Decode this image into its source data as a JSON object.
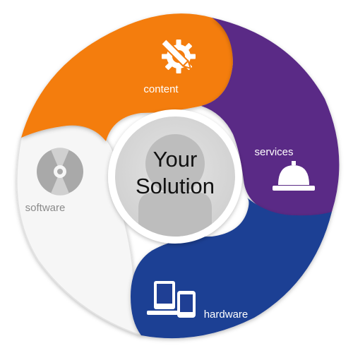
{
  "center": {
    "line1": "Your",
    "line2": "Solution",
    "icon": "person-silhouette-icon"
  },
  "segments": {
    "content": {
      "label": "content",
      "color": "#f47d0f",
      "text_color": "#ffffff",
      "icon": "gear-pencil-icon"
    },
    "services": {
      "label": "services",
      "color": "#5a2a86",
      "text_color": "#ffffff",
      "icon": "service-bell-icon"
    },
    "hardware": {
      "label": "hardware",
      "color": "#1f3f94",
      "text_color": "#ffffff",
      "icon": "laptop-tablet-icon"
    },
    "software": {
      "label": "software",
      "color": "#f6f6f6",
      "text_color": "#8a8a8a",
      "icon": "disc-icon"
    }
  },
  "colors": {
    "hub_fill": "#d8d8d8",
    "hub_ring": "#ffffff",
    "silhouette": "#bdbdbd",
    "disc": "#a9a9a9"
  }
}
